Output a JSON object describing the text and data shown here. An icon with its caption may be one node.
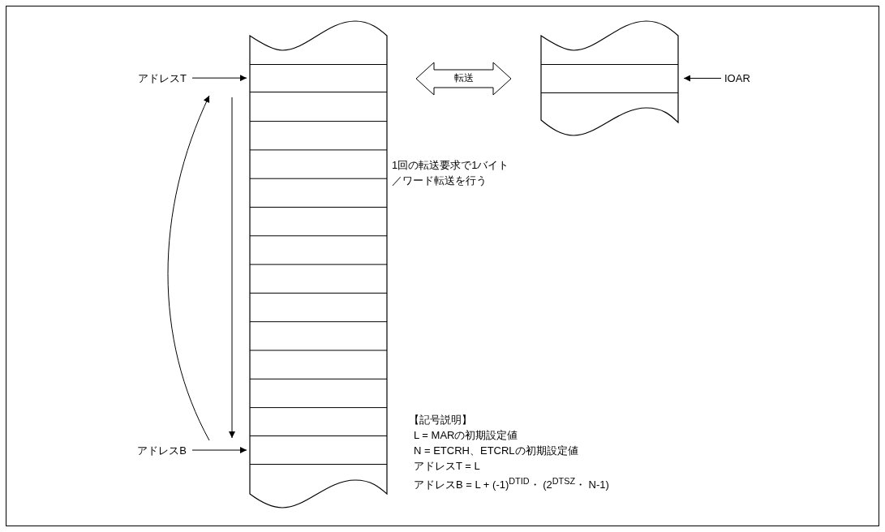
{
  "diagram": {
    "nodes": [
      {
        "text": [],
        "shape": "box"
      },
      {
        "text": [],
        "shape": "box",
        "in": 0
      },
      {
        "text": [],
        "shape": "box",
        "in": 0
      },
      {
        "text": [],
        "shape": "box"
      },
      {
        "text": [],
        "shape": "box",
        "in": 3
      },
      {
        "text": [
          "アドレスT"
        ]
      },
      {
        "text": [
          "アドレスB"
        ]
      },
      {
        "text": [
          "IOAR"
        ]
      }
    ],
    "edges": [
      {
        "from": 0,
        "to": 3,
        "arrow": "both",
        "label": "転送"
      },
      {
        "from": 5,
        "to": 1,
        "arrow": "to"
      },
      {
        "from": 6,
        "to": 2,
        "arrow": "to"
      },
      {
        "from": 7,
        "to": 4,
        "arrow": "to"
      }
    ],
    "labels": [
      "1回の転送要求で1バイト／ワード転送を行う",
      "【記号説明】",
      "L = MARの初期設定値",
      "N = ETCRH、ETCRLの初期設定値",
      "アドレスT = L",
      "アドレスB = L + (-1)$^{DTID}$・ (2$^{DTSZ}$・ N-1)"
    ]
  }
}
